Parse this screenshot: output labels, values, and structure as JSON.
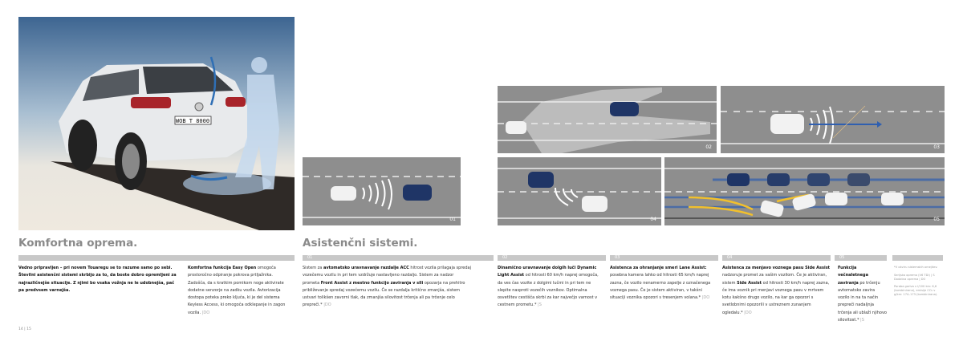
{
  "left": {
    "title": "Komfortna oprema.",
    "intro": "Vedno pripravljen – pri novem Touaregu se to razume samo po sebi. Številni asistenčni sistemi skrbijo za to, da boste dobro opremljeni za najrazličnejše situacije. Z njimi bo vsaka vožnja ne le udobnejša, pač pa predvsem varnejša.",
    "easy_open": {
      "bold": "Komfortna funkcija Easy Open",
      "text": " omogoča prostoročno odpiranje pokrova prtljažnika. Zadošča, da s kratkim pomikom noge aktivirate dodatne senzorje na zadku vozila. Avtorizacija dostopa poteka preko ključa, ki je del sistema Keyless Access, ki omogoča odklepanje in zagon vozila.",
      "ref": "|DO"
    },
    "license_plate": "WOB T 8000",
    "page_numbers": "14 | 15"
  },
  "right": {
    "title": "Asistenčni sistemi.",
    "sections": [
      {
        "num": "01",
        "parts": [
          [
            "Sistem za ",
            0
          ],
          [
            "avtomatsko uravnavanje razdalje ACC",
            1
          ],
          [
            " hitrost vozila prilagaja spredaj vozečemu vozilu in pri tem vzdržuje nastavljeno razdaljo. Sistem za nadzor prometa ",
            0
          ],
          [
            "Front Assist z mestno funkcijo zaviranja v sili",
            1
          ],
          [
            " opozarja na prehitro približevanje spredaj vozečemu vozilu. Če se razdalja kritično zmanjša, sistem ustvari tolikšen zavorni tlak, da zmanjša silovitost trčenja ali pa trčenje celo prepreči.*",
            0
          ]
        ],
        "ref": "|DO"
      },
      {
        "num": "02",
        "parts": [
          [
            "Dinamično uravnavanje dolgih luči Dynamic Light Assist",
            1
          ],
          [
            " od hitrosti 60 km/h naprej omogoča, da ves čas vozite z dolgimi lučmi in pri tem ne slepite nasproti vozečih voznikov. Optimalna osvetlitev cestišča skrbi za kar največjo varnost v cestnem prometu.*",
            0
          ]
        ],
        "ref": "|S"
      },
      {
        "num": "03",
        "parts": [
          [
            "Asistenca za ohranjanje smeri Lane Assist:",
            1
          ],
          [
            " posebna kamera lahko od hitrosti 65 km/h naprej zazna, če vozilo nenamerno zapelje z označenega voznega pasu. Če je sistem aktiviran, v takšni situaciji voznika opozori s tresenjem volana.*",
            0
          ]
        ],
        "ref": "|DO"
      },
      {
        "num": "04",
        "parts": [
          [
            "Asistenca za menjavo voznega pasu Side Assist",
            1
          ],
          [
            " nadzoruje promet za vašim vozilom. Če je aktiviran, sistem ",
            0
          ],
          [
            "Side Assist",
            1
          ],
          [
            " od hitrosti 30 km/h naprej zazna, če ima voznik pri menjavi voznega pasu v mrtvem kotu kakšno drugo vozilo, na kar ga opozori s svetlobnimi opozorili v ustreznem zunanjem ogledalu.*",
            0
          ]
        ],
        "ref": "|DO"
      },
      {
        "num": "05",
        "parts": [
          [
            "Funkcija večnaletnega zaviranja",
            1
          ],
          [
            " po trčenju avtomatsko zavira vozilo in na ta način prepreči nadaljnja trčenja ali ublaži njihovo silovitost.*",
            0
          ]
        ],
        "ref": "|S"
      }
    ],
    "panels": [
      "01",
      "02",
      "03",
      "04",
      "05"
    ]
  },
  "sidebar": {
    "footnote": "*V okviru sistemskih omejitev.",
    "legend": "Serijska oprema (V6 TDI) | S  Dodatna oprema | DO",
    "consumption": "Poraba goriva v l/100 km: 6,6 (kombinirana), emisije CO₂ v g/km: 174–173 (kombinirana)."
  },
  "colors": {
    "heading": "#8a8a8a",
    "bar": "#c8c8c8",
    "road": "#8e8e8e",
    "car_blue": "#1f3566"
  }
}
